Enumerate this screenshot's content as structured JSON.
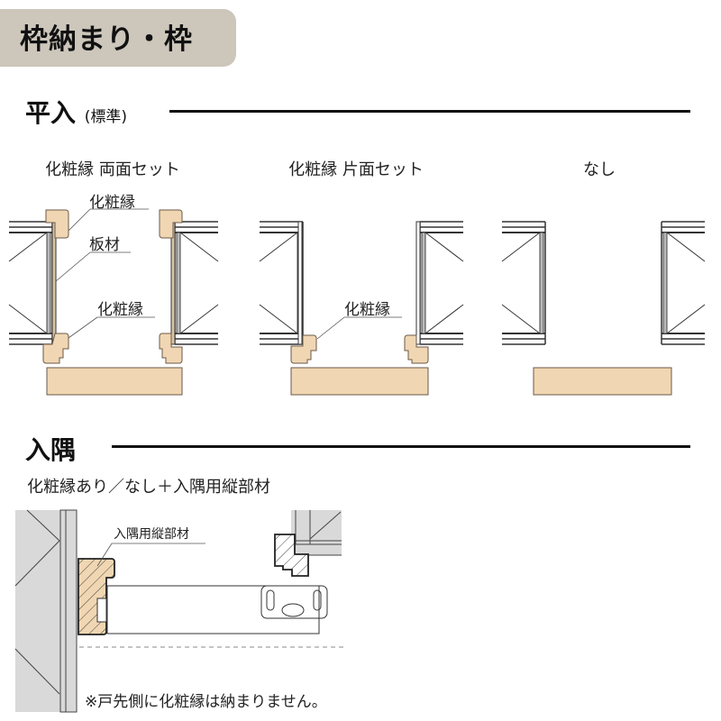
{
  "page": {
    "title": "枠納まり・枠",
    "colors": {
      "badge_bg": "#ccc6bb",
      "wood": "#f0d6b2",
      "wood_stroke": "#5a4a3a",
      "wall_gray": "#d9d9d9",
      "line": "#111111"
    }
  },
  "section_flat": {
    "heading": "平入",
    "heading_sub": "(標準)",
    "columns": [
      {
        "label": "化粧縁 両面セット",
        "callouts": [
          "化粧縁",
          "板材",
          "化粧縁"
        ]
      },
      {
        "label": "化粧縁 片面セット",
        "callouts": [
          "化粧縁"
        ]
      },
      {
        "label": "なし",
        "callouts": []
      }
    ]
  },
  "section_corner": {
    "heading": "入隅",
    "caption": "化粧縁あり／なし＋入隅用縦部材",
    "callout": "入隅用縦部材",
    "note": "※戸先側に化粧縁は納まりません。"
  }
}
